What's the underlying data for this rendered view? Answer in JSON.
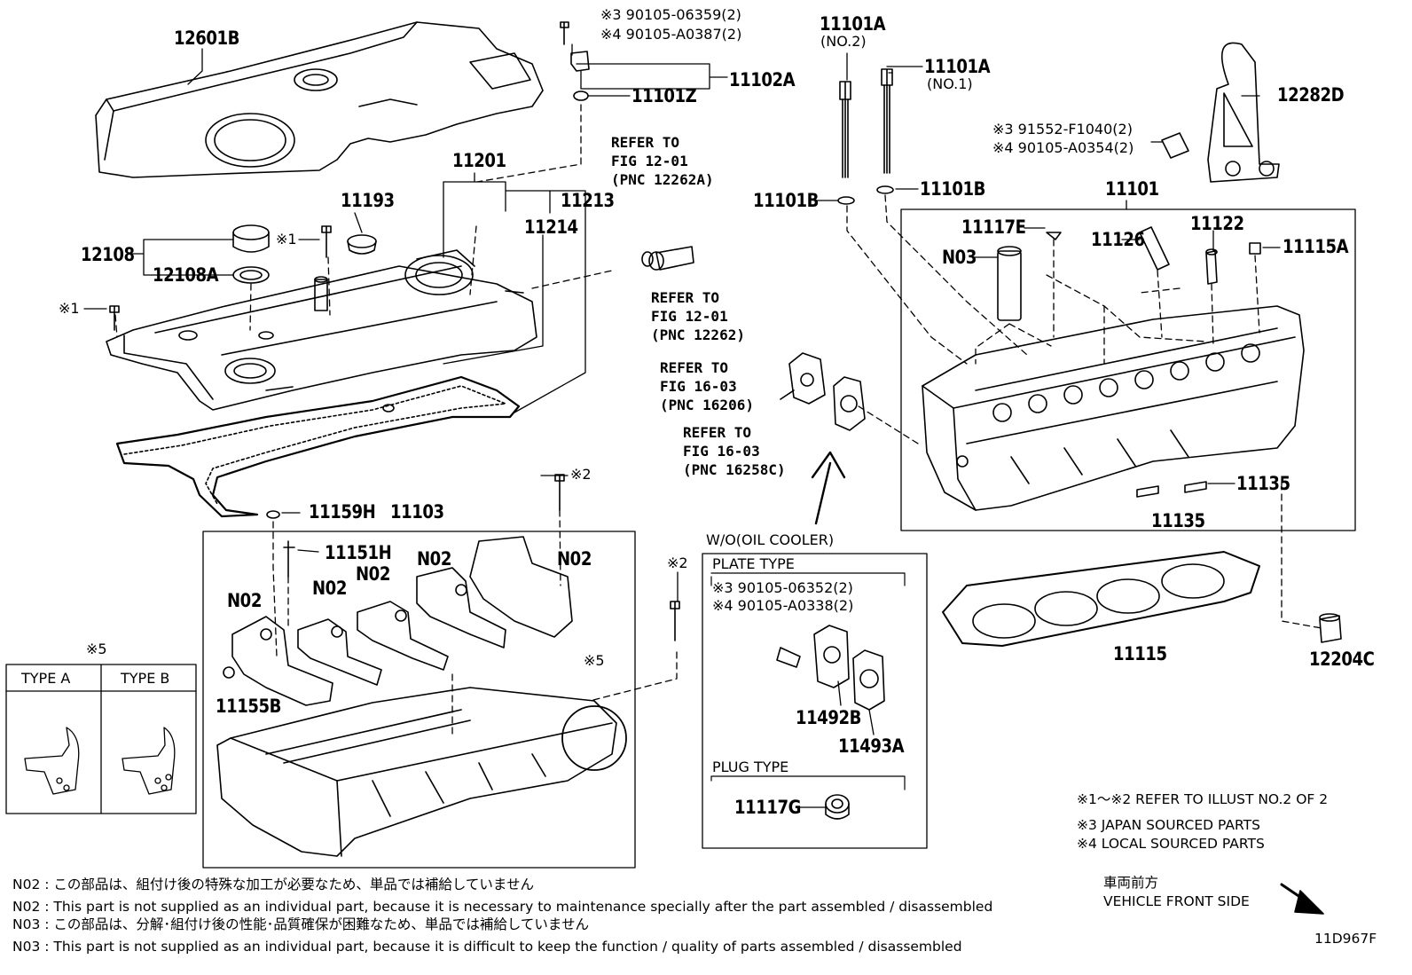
{
  "diagram_code": "11D967F",
  "callouts": {
    "c12601B": "12601B",
    "c11102A": "11102A",
    "c11101Z": "11101Z",
    "bolt_jp_a": "※3 90105-06359(2)",
    "bolt_local_a": "※4 90105-A0387(2)",
    "c11201": "11201",
    "c11193": "11193",
    "c11213": "11213",
    "c11214": "11214",
    "c12108": "12108",
    "c12108A": "12108A",
    "mark1_a": "※1",
    "mark1_b": "※1",
    "c11101A_2": "11101A",
    "c11101A_2_sub": "(NO.2)",
    "c11101A_1": "11101A",
    "c11101A_1_sub": "(NO.1)",
    "c12282D": "12282D",
    "bolt_jp_b": "※3 91552-F1040(2)",
    "bolt_local_b": "※4 90105-A0354(2)",
    "c11101B_l": "11101B",
    "c11101B_r": "11101B",
    "c11101": "11101",
    "c11117E": "11117E",
    "c11126": "11126",
    "c11122": "11122",
    "c11115A": "11115A",
    "cN03": "N03",
    "c11135_a": "11135",
    "c11135_b": "11135",
    "c11115": "11115",
    "c12204C": "12204C",
    "mark2_a": "※2",
    "mark2_b": "※2",
    "c11159H": "11159H",
    "c11103": "11103",
    "c11151H": "11151H",
    "cN02_a": "N02",
    "cN02_b": "N02",
    "cN02_c": "N02",
    "cN02_d": "N02",
    "cN02_e": "N02",
    "c11155B": "11155B",
    "mark5_a": "※5",
    "mark5_b": "※5",
    "c11492B": "11492B",
    "c11493A": "11493A",
    "c11117G": "11117G"
  },
  "references": {
    "ref1": "REFER TO\nFIG 12-01\n(PNC 12262A)",
    "ref2": "REFER TO\nFIG 12-01\n(PNC 12262)",
    "ref3": "REFER TO\nFIG 16-03\n(PNC 16206)",
    "ref4": "REFER TO\nFIG 16-03\n(PNC 16258C)"
  },
  "oil_cooler_box": {
    "heading": "W/O(OIL COOLER)",
    "plate_type": "PLATE TYPE",
    "plate_bolt_jp": "※3 90105-06352(2)",
    "plate_bolt_local": "※4 90105-A0338(2)",
    "plug_type": "PLUG TYPE"
  },
  "type_table": {
    "type_a": "TYPE A",
    "type_b": "TYPE B"
  },
  "legend": {
    "l1": "※1～※2  REFER TO ILLUST NO.2 OF 2",
    "l3": "※3  JAPAN SOURCED PARTS",
    "l4": "※4  LOCAL SOURCED PARTS"
  },
  "front": {
    "jp": "車両前方",
    "en": "VEHICLE FRONT SIDE"
  },
  "notes": {
    "n02_jp": "N02 : この部品は、組付け後の特殊な加工が必要なため、単品では補給していません",
    "n02_en": "N02 : This part is not supplied as an individual part, because it is necessary to maintenance specially after the part assembled / disassembled",
    "n03_jp": "N03 : この部品は、分解･組付け後の性能･品質確保が困難なため、単品では補給していません",
    "n03_en": "N03 : This part is not supplied as an individual part, because it is difficult to keep the function / quality of parts  assembled / disassembled"
  }
}
